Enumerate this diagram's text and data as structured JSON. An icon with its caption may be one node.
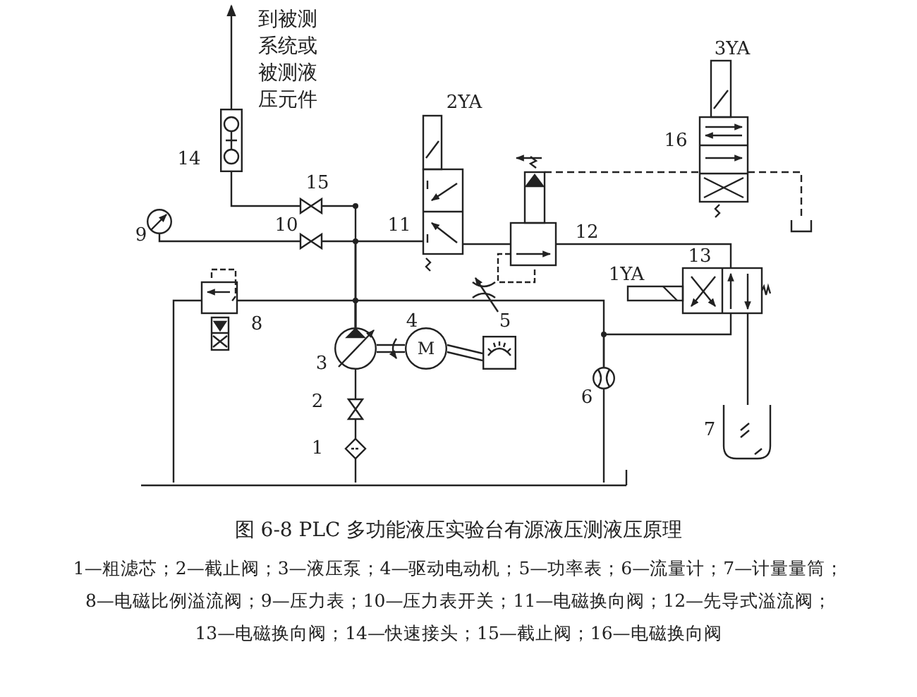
{
  "diagram": {
    "caption": "图 6-8  PLC 多功能液压实验台有源液压测液压原理",
    "nodes": [
      {
        "text": [],
        "shape": "box"
      },
      {
        "text": [],
        "shape": "valve"
      },
      {
        "text": [],
        "shape": "circle"
      },
      {
        "text": [],
        "shape": "valve"
      },
      {
        "text": [],
        "shape": "box"
      },
      {
        "text": [],
        "shape": "box"
      },
      {
        "text": [],
        "shape": "box"
      },
      {
        "text": [],
        "shape": "tank"
      },
      {
        "text": [],
        "shape": "box"
      },
      {
        "text": [],
        "shape": "circle"
      },
      {
        "text": [],
        "shape": "circle"
      },
      {
        "text": [],
        "shape": "box"
      },
      {
        "text": [],
        "shape": "circle"
      },
      {
        "text": [],
        "shape": "box"
      },
      {
        "text": [],
        "shape": "tank"
      },
      {
        "text": [],
        "shape": "valve"
      },
      {
        "text": [],
        "shape": "diamond"
      },
      {
        "text": [],
        "shape": "bar"
      }
    ],
    "edges": [
      {
        "from": 0,
        "to": null,
        "arrow": "to"
      },
      {
        "from": 0,
        "to": 1,
        "arrow": "none"
      },
      {
        "from": 9,
        "to": 1,
        "arrow": "none"
      },
      {
        "from": 9,
        "to": 3,
        "arrow": "none"
      },
      {
        "from": 9,
        "to": 4,
        "arrow": "none"
      },
      {
        "from": 2,
        "to": 3,
        "arrow": "none"
      },
      {
        "from": 9,
        "to": 8,
        "arrow": "none"
      },
      {
        "from": 9,
        "to": 12,
        "arrow": "none"
      },
      {
        "from": 4,
        "to": 5,
        "arrow": "none"
      },
      {
        "from": 5,
        "to": 13,
        "arrow": "none"
      },
      {
        "from": 5,
        "to": 6,
        "arrow": "none",
        "style": "dashed"
      },
      {
        "from": 6,
        "to": 7,
        "arrow": "none",
        "style": "dashed"
      },
      {
        "from": 13,
        "to": 12,
        "arrow": "none"
      },
      {
        "from": 13,
        "to": 14,
        "arrow": "none"
      },
      {
        "from": 12,
        "to": 17,
        "arrow": "none"
      },
      {
        "from": 8,
        "to": 17,
        "arrow": "none"
      },
      {
        "from": 9,
        "to": 15,
        "arrow": "none"
      },
      {
        "from": 15,
        "to": 16,
        "arrow": "none"
      },
      {
        "from": 16,
        "to": 17,
        "arrow": "none"
      },
      {
        "from": 9,
        "to": 10,
        "arrow": "none"
      },
      {
        "from": 10,
        "to": 11,
        "arrow": "none"
      }
    ],
    "labels": [
      "到被测系统或被测液压元件",
      "3YA",
      "2YA",
      "16",
      "14",
      "15",
      "12",
      "9",
      "10",
      "11",
      "1YA",
      "13",
      "8",
      "4",
      "5",
      "M",
      "3",
      "6",
      "2",
      "7",
      "1",
      "1—粗滤芯；2—截止阀；3—液压泵；4—驱动电动机；5—功率表；6—流量计；7—计量量筒；",
      "8—电磁比例溢流阀；9—压力表；10—压力表开关；11—电磁换向阀；12—先导式溢流阀；",
      "13—电磁换向阀；14—快速接头；15—截止阀；16—电磁换向阀"
    ]
  }
}
